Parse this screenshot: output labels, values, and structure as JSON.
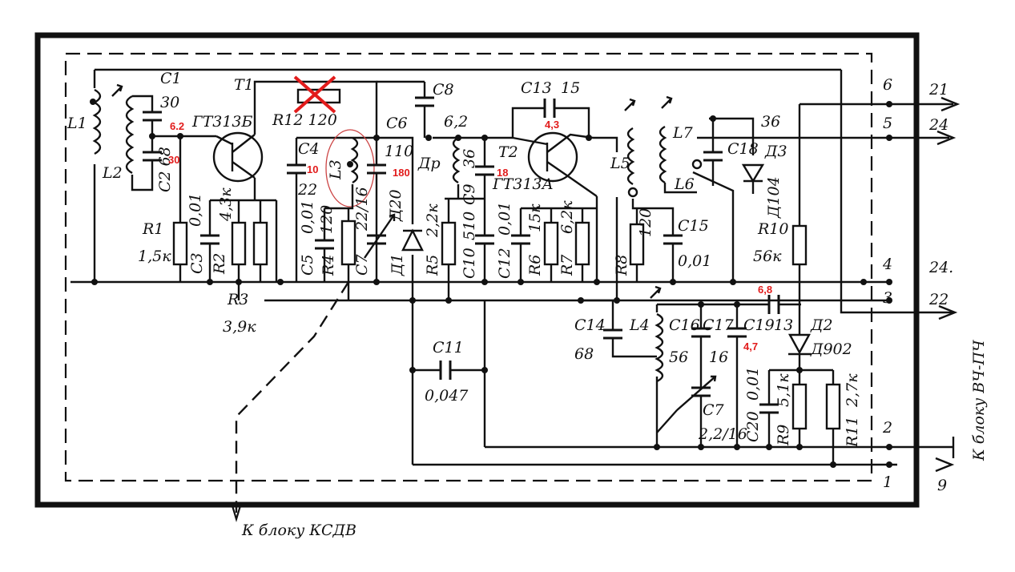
{
  "labels": {
    "L1": "L1",
    "L2": "L2",
    "L3": "L3",
    "L4": "L4",
    "L5": "L5",
    "L6": "L6",
    "L7": "L7",
    "C1": "C1",
    "C1v": "30",
    "C2": "C2 68",
    "C3": "C3",
    "C3v": "0,01",
    "C4": "C4",
    "C4v": "22",
    "C5": "C5",
    "C5v": "0,01",
    "C6": "C6",
    "C6v": "110",
    "C7": "C7",
    "C7v": "22/16",
    "C8": "C8",
    "C8v": "6,2",
    "C9": "C9",
    "C9v": "36",
    "C10": "C10",
    "C10v": "510",
    "C11": "C11",
    "C11v": "0,047",
    "C12": "C12",
    "C12v": "0,01",
    "C13": "C13",
    "C13v": "15",
    "C14": "C14",
    "C14v": "68",
    "C15": "C15",
    "C15v": "0,01",
    "C16": "C16",
    "C16v": "56",
    "C17": "C17",
    "C17v": "16",
    "C18": "C18",
    "C18v": "36",
    "C19": "C19",
    "C19v": "13",
    "C20": "C20",
    "C20v": "0,01",
    "C7b": "C7",
    "C7bv": "2,2/16",
    "R1": "R1",
    "R1v": "1,5к",
    "R2": "R2",
    "R2v": "4,3к",
    "R3": "R3",
    "R3v": "3,9к",
    "R4": "R4",
    "R4v": "120",
    "R5": "R5",
    "R5v": "2,2к",
    "R6": "R6",
    "R6v": "15к",
    "R7": "R7",
    "R7v": "6,2к",
    "R8": "R8",
    "R8v": "120",
    "R9": "R9",
    "R9v": "5,1к",
    "R10": "R10",
    "R10v": "56к",
    "R11": "R11",
    "R11v": "2,7к",
    "R12": "R12 120",
    "T1": "T1",
    "T1type": "ГТ313Б",
    "T2": "T2",
    "T2type": "ГТ313А",
    "D1": "Д1",
    "D1type": "Д20",
    "D2": "Д2",
    "D2type": "Д902",
    "D3": "Д3",
    "D3type": "Д104",
    "Dr": "Др",
    "pin6": "6",
    "pin5": "5",
    "pin4": "4",
    "pin3": "3",
    "pin2": "2",
    "pin1": "1",
    "out21": "21",
    "out24a": "24",
    "out24b": "24.",
    "out22": "22",
    "out9": "9",
    "to_vch": "К блоку ВЧ-ПЧ",
    "to_ksdv": "К блоку КСДВ"
  },
  "annotations": {
    "a1": "6.2",
    "a2": "30",
    "a3": "10",
    "a4": "180",
    "a5": "4,3",
    "a6": "18",
    "a7": "6,8",
    "a8": "4,7"
  },
  "colors": {
    "ink": "#111111",
    "annotation": "#e21b1b"
  }
}
